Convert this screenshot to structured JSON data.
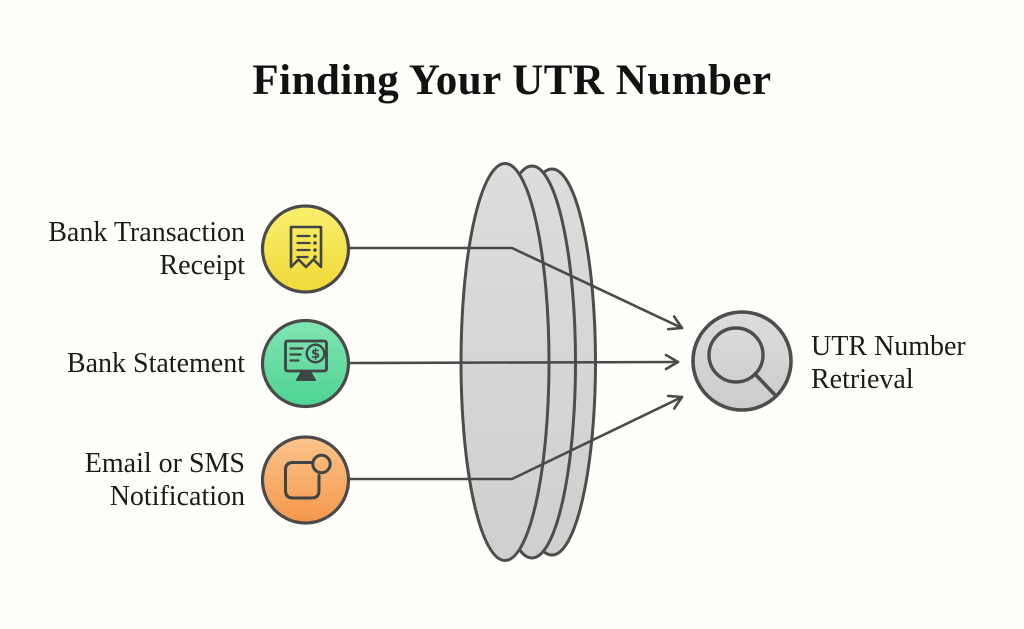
{
  "title": "Finding Your UTR Number",
  "sources": [
    {
      "label": "Bank Transaction Receipt",
      "icon": "receipt-icon",
      "color": "#F3DF4C"
    },
    {
      "label": "Bank Statement",
      "icon": "monitor-dollar-icon",
      "color": "#5FDBA0",
      "symbol": "$"
    },
    {
      "label": "Email or SMS Notification",
      "icon": "notification-icon",
      "color": "#F8A75F"
    }
  ],
  "result": {
    "label": "UTR Number Retrieval",
    "icon": "magnifying-glass-icon",
    "color": "#D6D6D5"
  },
  "lens": {
    "shape": "3d-lens",
    "color": "#D8D7D5"
  },
  "colors": {
    "background": "#FFFEFA",
    "stroke": "#4A4A4A",
    "text": "#1B1B1B"
  }
}
